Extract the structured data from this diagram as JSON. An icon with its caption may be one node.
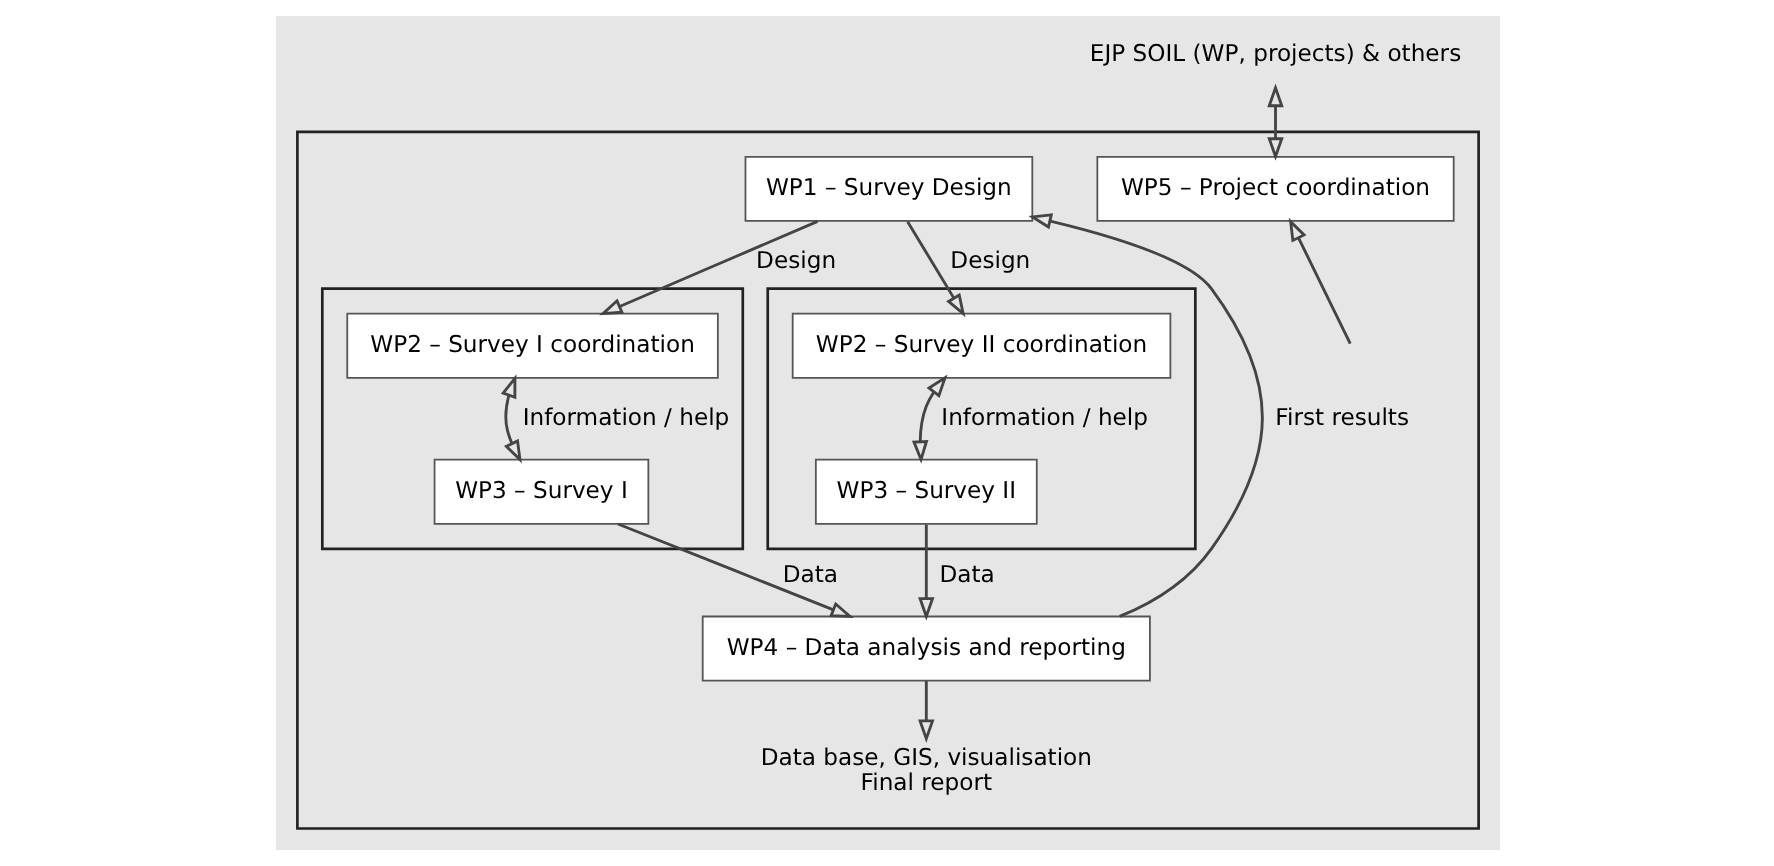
{
  "diagram": {
    "nodes": [
      {
        "text": [],
        "shape": "box"
      },
      {
        "text": [
          "WP5 – Project coordination"
        ],
        "in": 0
      },
      {
        "text": [
          "WP1 – Survey Design"
        ],
        "in": 0
      },
      {
        "text": [],
        "shape": "box",
        "in": 0
      },
      {
        "text": [
          "WP2 – Survey I coordination"
        ],
        "in": 3
      },
      {
        "text": [
          "WP3 – Survey I"
        ],
        "in": 3
      },
      {
        "text": [],
        "shape": "box",
        "in": 0
      },
      {
        "text": [
          "WP2 – Survey II coordination"
        ],
        "in": 6
      },
      {
        "text": [
          "WP3 – Survey II"
        ],
        "in": 6
      },
      {
        "text": [
          "WP4 – Data analysis and reporting"
        ],
        "in": 0
      },
      {
        "text": [
          "EJP SOIL (WP, projects) & others"
        ]
      },
      {
        "text": [
          "Data base, GIS, visualisation",
          "Final report"
        ],
        "in": 0
      }
    ],
    "edges": [
      {
        "from": 10,
        "to": 1,
        "arrow": "both"
      },
      {
        "from": 2,
        "to": 4,
        "arrow": "to",
        "label": "Design"
      },
      {
        "from": 9,
        "to": 2,
        "arrow": "to",
        "label": "First results"
      },
      {
        "from": 2,
        "to": 7,
        "arrow": "to",
        "label": "Design"
      },
      {
        "from": 4,
        "to": 5,
        "arrow": "both",
        "label": "Information / help"
      },
      {
        "from": 7,
        "to": 8,
        "arrow": "both",
        "label": "Information / help"
      },
      {
        "from": 5,
        "to": 9,
        "arrow": "to",
        "label": "Data"
      },
      {
        "from": 8,
        "to": 9,
        "arrow": "to",
        "label": "Data"
      },
      {
        "from": 9,
        "to": 11,
        "arrow": "to"
      },
      {
        "from": null,
        "to": 1,
        "arrow": "to"
      }
    ]
  }
}
